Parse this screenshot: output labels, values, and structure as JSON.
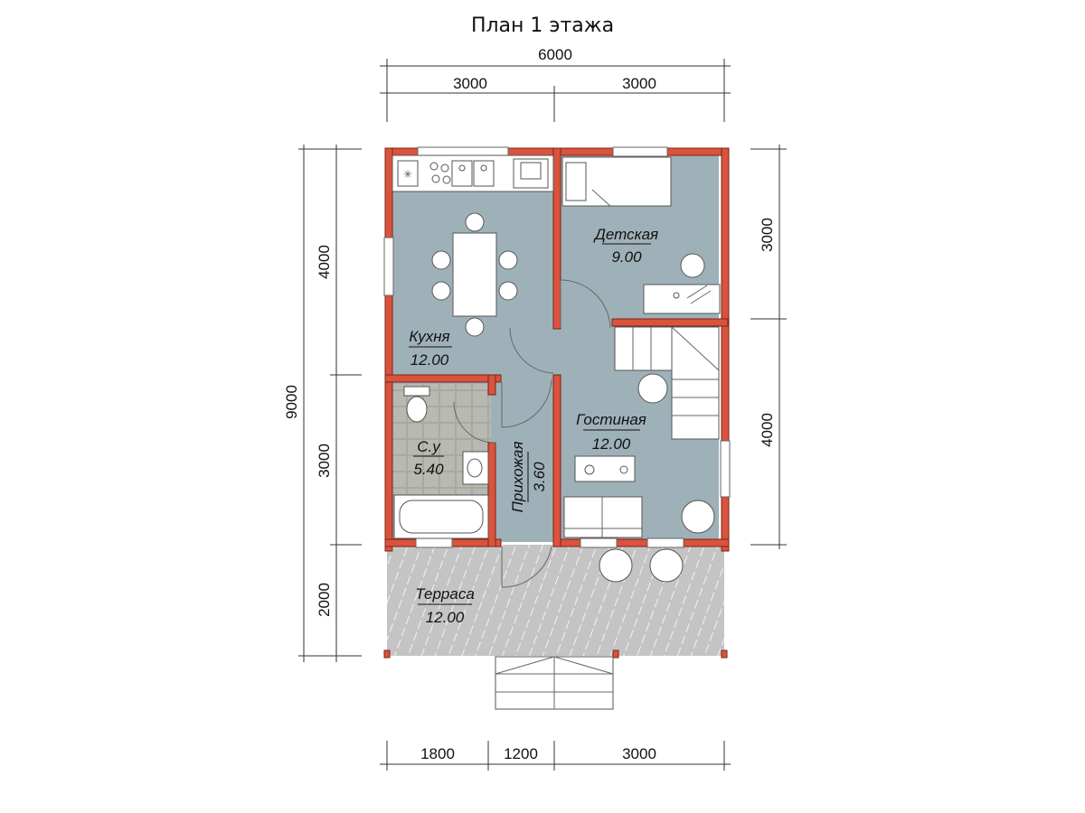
{
  "title": "План 1 этажа",
  "dimensions": {
    "top_total": "6000",
    "top_left": "3000",
    "top_right": "3000",
    "left_total": "9000",
    "left_1": "4000",
    "left_2": "3000",
    "left_3": "2000",
    "right_1": "3000",
    "right_2": "4000",
    "bottom_1": "1800",
    "bottom_2": "1200",
    "bottom_3": "3000"
  },
  "rooms": {
    "kitchen": {
      "name": "Кухня",
      "area": "12.00"
    },
    "children": {
      "name": "Детская",
      "area": "9.00"
    },
    "bathroom": {
      "name": "С.у",
      "area": "5.40"
    },
    "hall": {
      "name": "Прихожая",
      "area": "3.60"
    },
    "living": {
      "name": "Гостиная",
      "area": "12.00"
    },
    "terrace": {
      "name": "Терраса",
      "area": "12.00"
    }
  },
  "colors": {
    "wall": "#d9533d",
    "floor": "#9fb1b8",
    "terrace": "#c4c4c4"
  }
}
